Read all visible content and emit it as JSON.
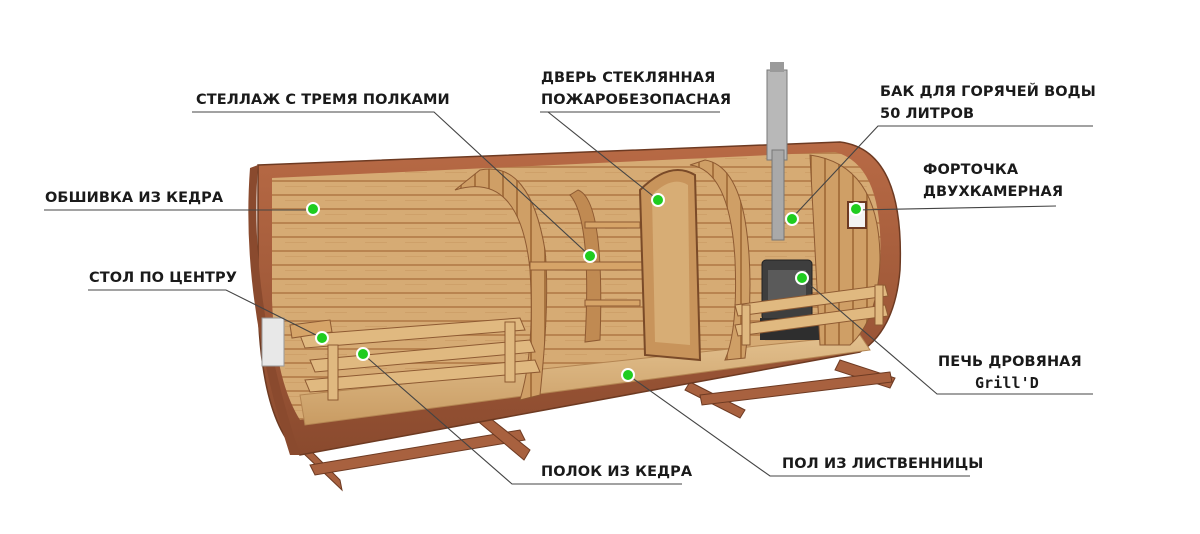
{
  "labels": {
    "shelf_rack": "СТЕЛЛАЖ С ТРЕМЯ ПОЛКАМИ",
    "glass_door_l1": "ДВЕРЬ СТЕКЛЯННАЯ",
    "glass_door_l2": "ПОЖАРОБЕЗОПАСНАЯ",
    "water_tank_l1": "БАК ДЛЯ ГОРЯЧЕЙ ВОДЫ",
    "water_tank_l2": "50 ЛИТРОВ",
    "window_l1": "ФОРТОЧКА",
    "window_l2": "ДВУХКАМЕРНАЯ",
    "cedar_lining": "ОБШИВКА ИЗ КЕДРА",
    "center_table": "СТОЛ ПО ЦЕНТРУ",
    "stove_l1": "ПЕЧЬ ДРОВЯНАЯ",
    "stove_l2": "Grill'D",
    "cedar_bench": "ПОЛОК ИЗ КЕДРА",
    "larch_floor": "ПОЛ ИЗ ЛИСТВЕННИЦЫ"
  },
  "colors": {
    "marker": "#1fcc1f",
    "marker_ring": "#ffffff",
    "leader": "#444444",
    "wood_light": "#d9b27a",
    "wood_mid": "#c49058",
    "wood_dark": "#8e5a32",
    "outer_shell": "#a0583a"
  }
}
